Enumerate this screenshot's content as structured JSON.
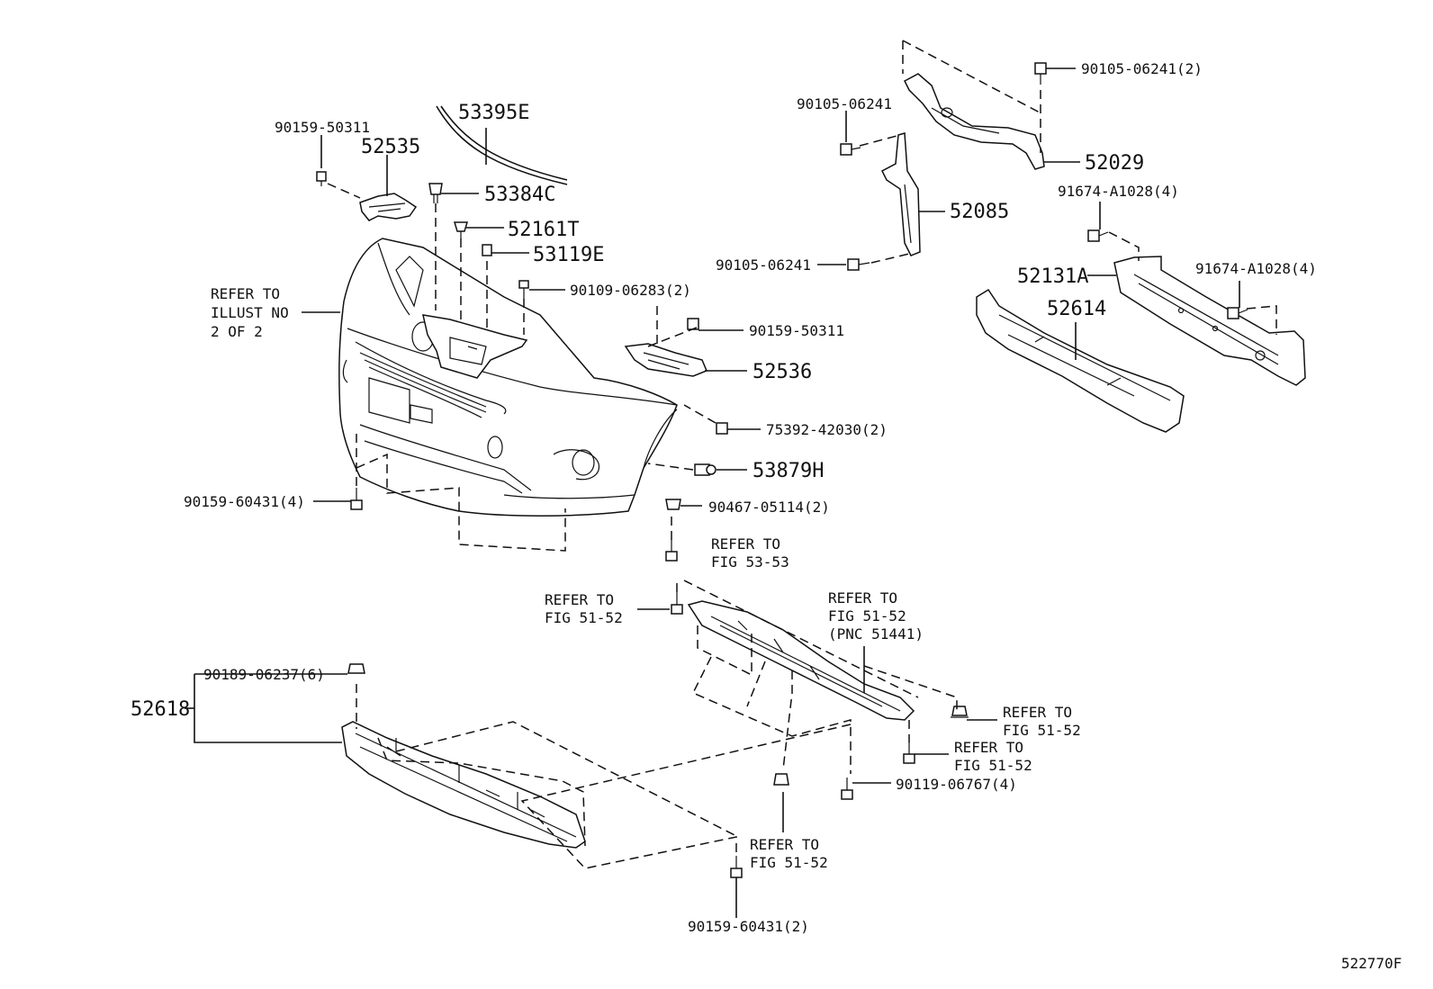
{
  "diagram_id": "522770F",
  "labels": {
    "p90159_50311_a": "90159-50311",
    "p52535": "52535",
    "p53395E": "53395E",
    "p53384C": "53384C",
    "p52161T": "52161T",
    "p53119E": "53119E",
    "p90109_06283": "90109-06283(2)",
    "refer_illust_1": "REFER TO",
    "refer_illust_2": "ILLUST NO",
    "refer_illust_3": "2 OF 2",
    "p90159_50311_b": "90159-50311",
    "p52536": "52536",
    "p75392_42030": "75392-42030(2)",
    "p53879H": "53879H",
    "p90467_05114": "90467-05114(2)",
    "p90159_60431_4": "90159-60431(4)",
    "refer_53_53_1": "REFER TO",
    "refer_53_53_2": "FIG 53-53",
    "p90105_06241_a": "90105-06241",
    "p90105_06241_2": "90105-06241(2)",
    "p52029": "52029",
    "p52085": "52085",
    "p90105_06241_b": "90105-06241",
    "p91674_A1028_a": "91674-A1028(4)",
    "p52131A": "52131A",
    "p91674_A1028_b": "91674-A1028(4)",
    "p52614": "52614",
    "refer_51_52_a1": "REFER TO",
    "refer_51_52_a2": "FIG 51-52",
    "refer_51_52_b1": "REFER TO",
    "refer_51_52_b2": "FIG 51-52",
    "refer_51_52_b3": "(PNC 51441)",
    "p90189_06237": "90189-06237(6)",
    "p52618": "52618",
    "refer_51_52_c1": "REFER TO",
    "refer_51_52_c2": "FIG 51-52",
    "refer_51_52_d1": "REFER TO",
    "refer_51_52_d2": "FIG 51-52",
    "p90119_06767": "90119-06767(4)",
    "refer_51_52_e1": "REFER TO",
    "refer_51_52_e2": "FIG 51-52",
    "p90159_60431_2": "90159-60431(2)"
  },
  "icons": [
    "bolt-icon",
    "clip-icon",
    "nut-icon",
    "bracket-icon"
  ],
  "colors": {
    "line": "#111111",
    "background": "#ffffff"
  }
}
